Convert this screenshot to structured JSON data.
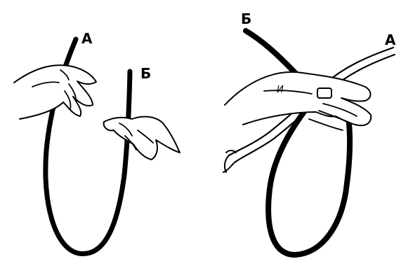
{
  "left_figure": {
    "label_a": "А",
    "label_b": "Б"
  },
  "right_figure": {
    "label_a": "А",
    "label_b": "Б",
    "label_i": "И"
  }
}
